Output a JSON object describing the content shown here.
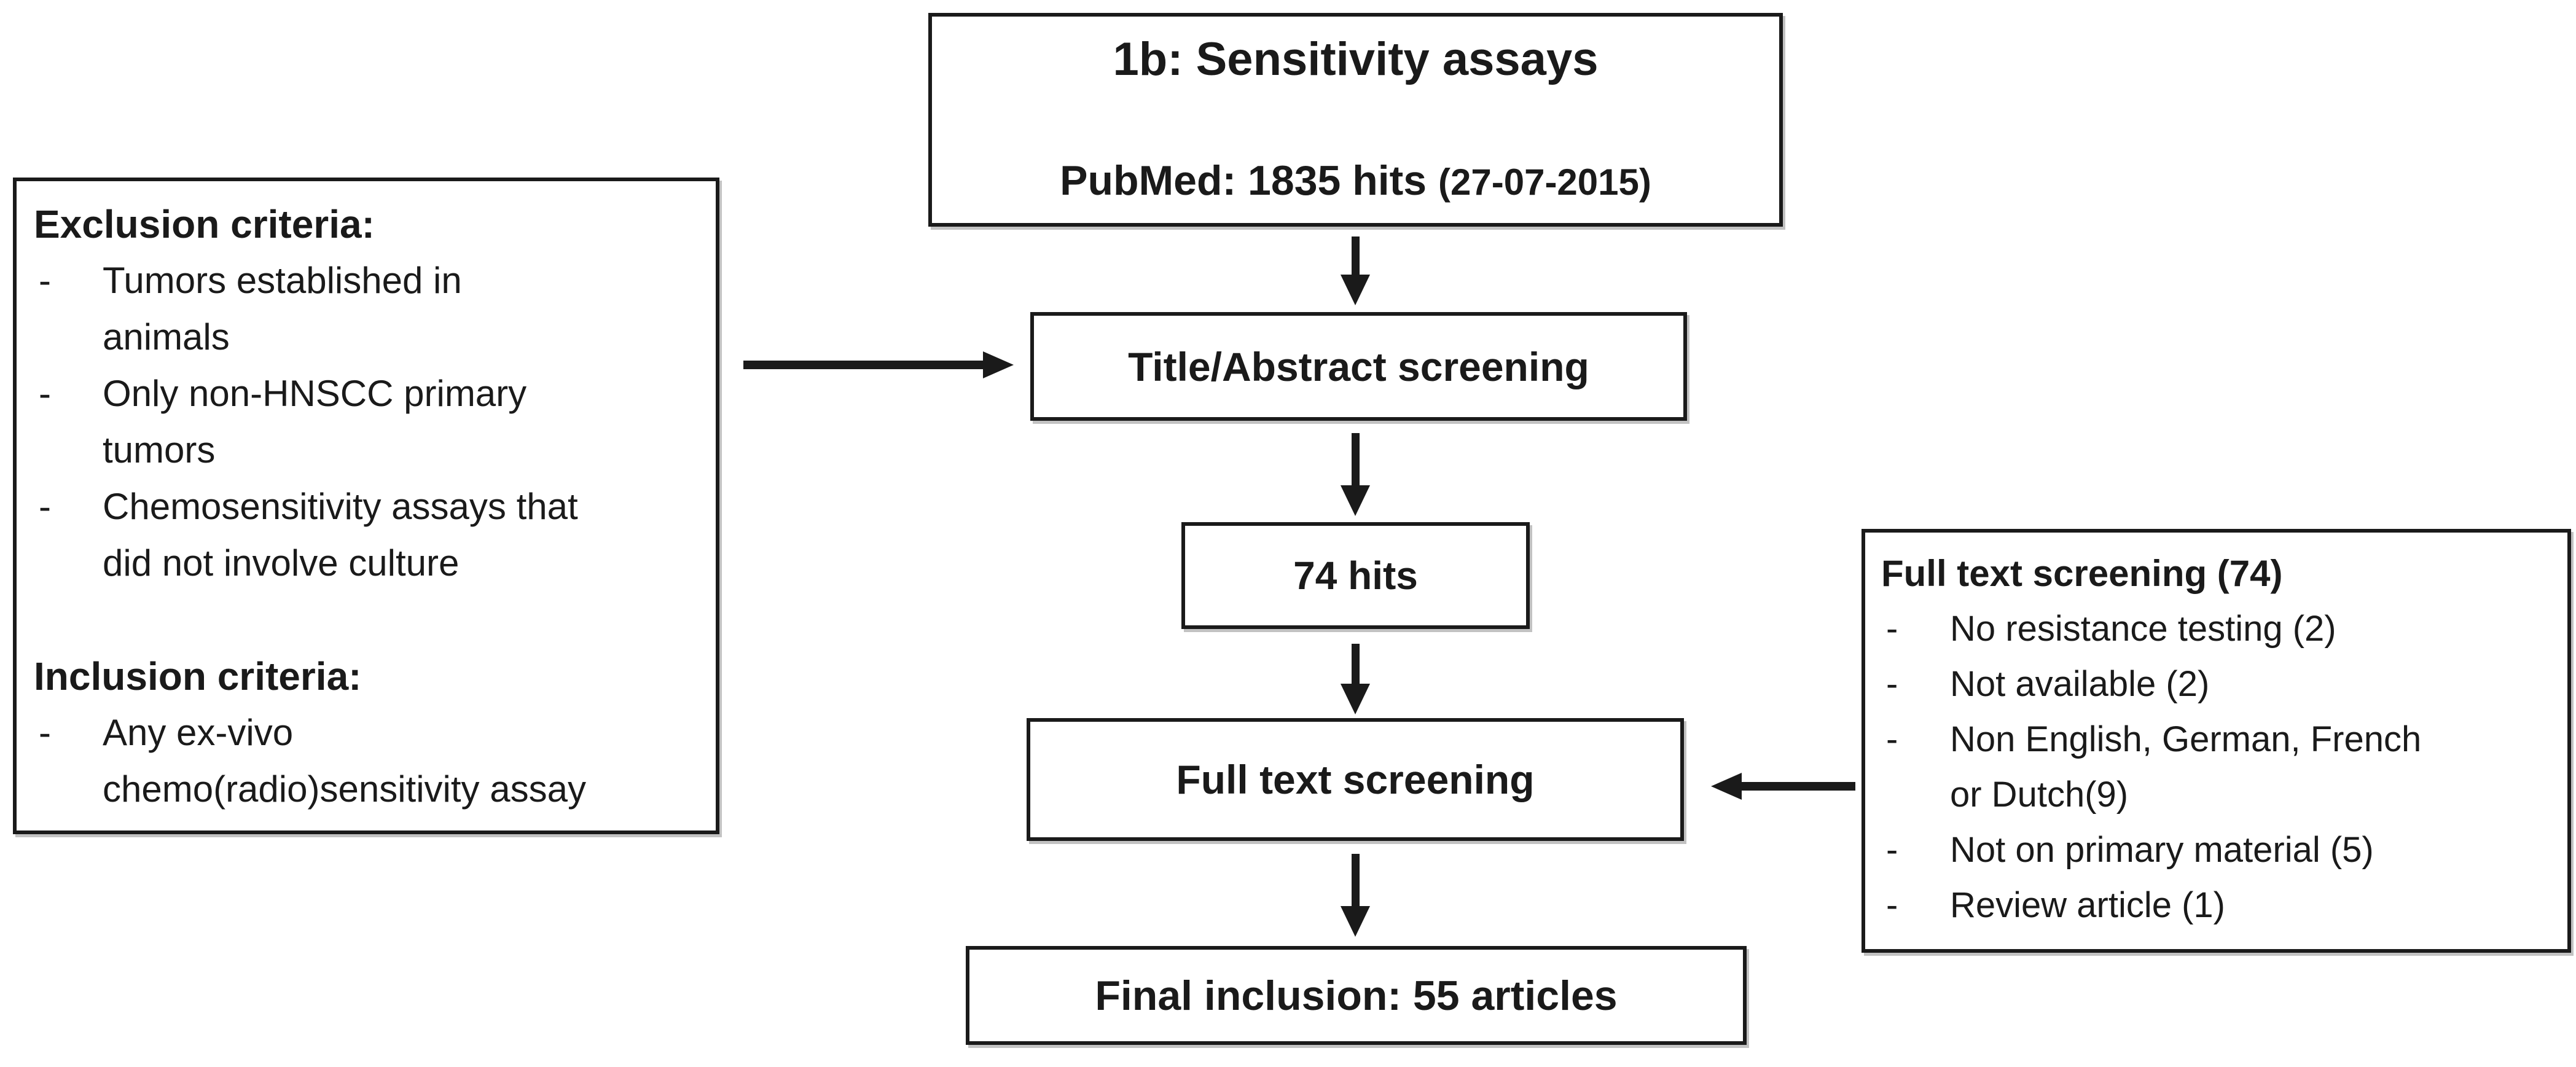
{
  "top_box": {
    "title": "1b: Sensitivity assays",
    "subtitle_main": "PubMed: 1835 hits ",
    "subtitle_date": "(27-07-2015)"
  },
  "left_box": {
    "exclusion_header": "Exclusion criteria:",
    "exclusion_items": [
      "Tumors established in\nanimals",
      "Only non-HNSCC primary\ntumors",
      "Chemosensitivity assays that\ndid not involve culture"
    ],
    "inclusion_header": "Inclusion criteria:",
    "inclusion_items": [
      "Any ex-vivo\nchemo(radio)sensitivity assay"
    ],
    "bullet": "-"
  },
  "flow": {
    "title_abstract_label": "Title/Abstract screening",
    "hits_label": "74 hits",
    "full_text_label": "Full text screening",
    "final_label": "Final inclusion: 55 articles"
  },
  "right_box": {
    "header": "Full text screening (74)",
    "items": [
      "No resistance testing (2)",
      "Not available (2)",
      "Non English, German, French\nor Dutch(9)",
      "Not on primary material (5)",
      "Review article (1)"
    ],
    "bullet": "-"
  },
  "colors": {
    "ink": "#1a1a1a",
    "background": "#ffffff"
  }
}
